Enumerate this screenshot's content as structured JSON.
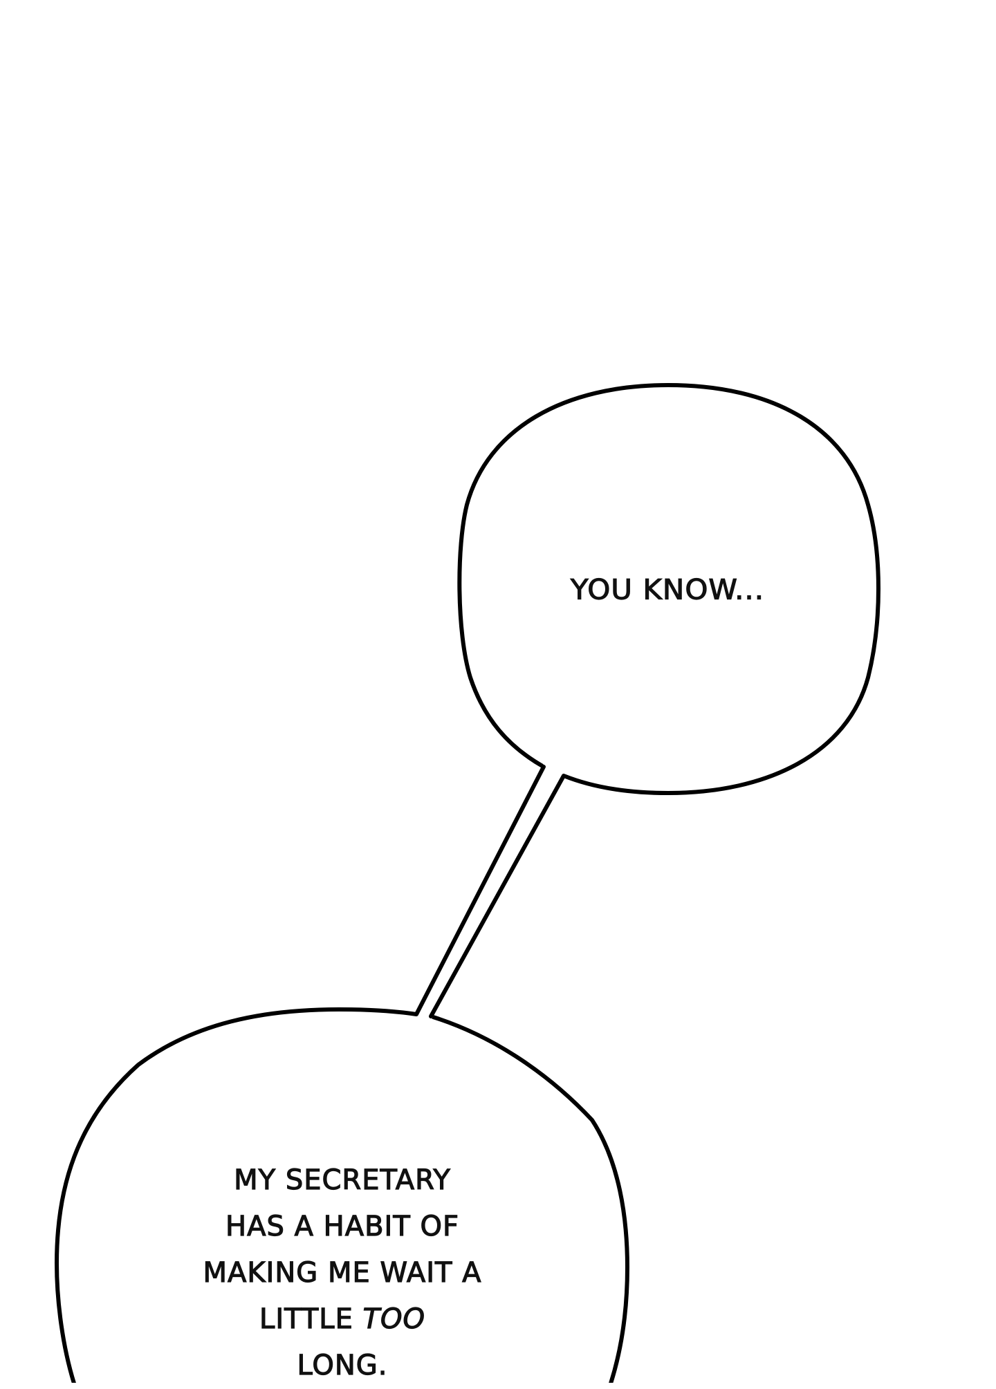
{
  "panel": {
    "background": "#ffffff",
    "stroke_color": "#000000"
  },
  "bubbles": [
    {
      "id": "upper",
      "text": "YOU KNOW..."
    },
    {
      "id": "lower",
      "lines": [
        {
          "text": "MY SECRETARY"
        },
        {
          "text": "HAS A HABIT OF"
        },
        {
          "text": "MAKING ME WAIT A"
        },
        {
          "text": "LITTLE ",
          "emphasis": "TOO"
        },
        {
          "text": "LONG."
        }
      ]
    }
  ]
}
